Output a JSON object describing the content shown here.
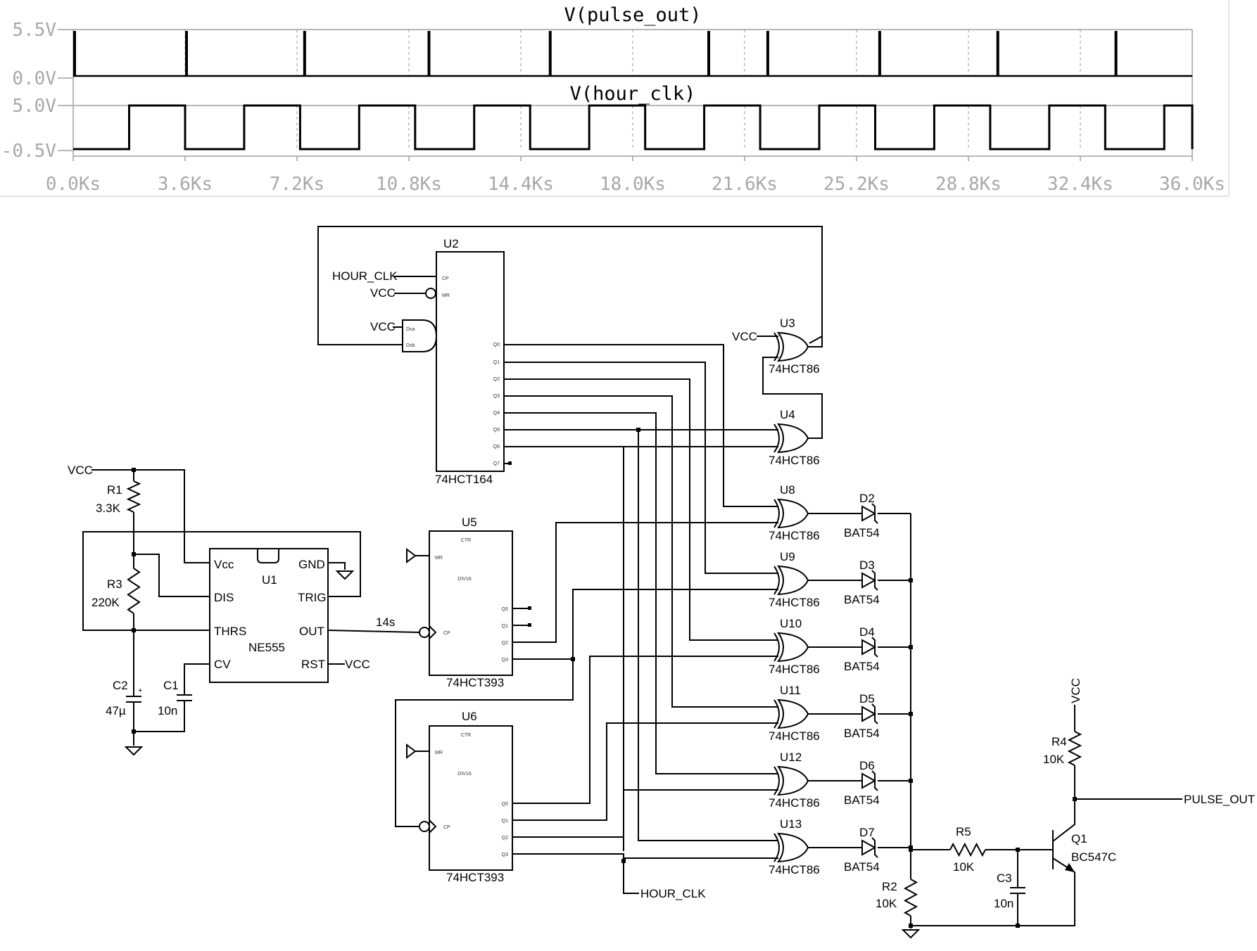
{
  "waveform": {
    "panels": [
      {
        "title": "V(pulse_out)",
        "y_top_label": "5.5V",
        "y_bottom_label": "0.0V"
      },
      {
        "title": "V(hour_clk)",
        "y_top_label": "5.0V",
        "y_bottom_label": "-0.5V"
      }
    ],
    "x_ticks": [
      "0.0Ks",
      "3.6Ks",
      "7.2Ks",
      "10.8Ks",
      "14.4Ks",
      "18.0Ks",
      "21.6Ks",
      "25.2Ks",
      "28.8Ks",
      "32.4Ks",
      "36.0Ks"
    ],
    "colors": {
      "trace": "#000000",
      "frame": "#a0a0a0",
      "grid": "#9a9a9a",
      "tick_text": "#a8a8a8"
    }
  },
  "chart_data": [
    {
      "type": "line",
      "title": "V(pulse_out)",
      "x_unit": "Ks",
      "xlim": [
        0,
        36
      ],
      "ylim": [
        0,
        5.5
      ],
      "pulse_times": [
        0,
        3.6,
        7.4,
        11.4,
        15.3,
        20.4,
        22.3,
        25.9,
        29.7,
        33.5
      ]
    },
    {
      "type": "line",
      "title": "V(hour_clk)",
      "x_unit": "Ks",
      "xlim": [
        0,
        36
      ],
      "ylim": [
        -0.5,
        5.0
      ],
      "period_ks": 3.7,
      "high_windows": [
        [
          1.8,
          3.6
        ],
        [
          5.5,
          7.3
        ],
        [
          9.2,
          11.0
        ],
        [
          12.9,
          14.7
        ],
        [
          16.6,
          18.4
        ],
        [
          20.3,
          22.1
        ],
        [
          24.0,
          25.8
        ],
        [
          27.7,
          29.5
        ],
        [
          31.4,
          33.2
        ],
        [
          35.1,
          36.0
        ]
      ]
    }
  ],
  "schematic": {
    "components": {
      "U1": {
        "ref": "U1",
        "part": "NE555",
        "pins": [
          "Vcc",
          "GND",
          "DIS",
          "TRIG",
          "THRS",
          "OUT",
          "CV",
          "RST"
        ]
      },
      "U2": {
        "ref": "U2",
        "part": "74HCT164",
        "pins": [
          "CP",
          "MR",
          "Dsa",
          "Dsb",
          "Q0",
          "Q1",
          "Q2",
          "Q3",
          "Q4",
          "Q5",
          "Q6",
          "Q7"
        ]
      },
      "U5": {
        "ref": "U5",
        "part": "74HCT393",
        "pins": [
          "CTR",
          "DIV16",
          "MR",
          "CP",
          "Q0",
          "Q1",
          "Q2",
          "Q3"
        ]
      },
      "U6": {
        "ref": "U6",
        "part": "74HCT393",
        "pins": [
          "CTR",
          "DIV16",
          "MR",
          "CP",
          "Q0",
          "Q1",
          "Q2",
          "Q3"
        ]
      },
      "xor": [
        {
          "ref": "U3",
          "part": "74HCT86"
        },
        {
          "ref": "U4",
          "part": "74HCT86"
        },
        {
          "ref": "U8",
          "part": "74HCT86"
        },
        {
          "ref": "U9",
          "part": "74HCT86"
        },
        {
          "ref": "U10",
          "part": "74HCT86"
        },
        {
          "ref": "U11",
          "part": "74HCT86"
        },
        {
          "ref": "U12",
          "part": "74HCT86"
        },
        {
          "ref": "U13",
          "part": "74HCT86"
        }
      ],
      "diodes": [
        {
          "ref": "D2",
          "part": "BAT54"
        },
        {
          "ref": "D3",
          "part": "BAT54"
        },
        {
          "ref": "D4",
          "part": "BAT54"
        },
        {
          "ref": "D5",
          "part": "BAT54"
        },
        {
          "ref": "D6",
          "part": "BAT54"
        },
        {
          "ref": "D7",
          "part": "BAT54"
        }
      ],
      "R1": {
        "ref": "R1",
        "value": "3.3K"
      },
      "R2": {
        "ref": "R2",
        "value": "10K"
      },
      "R3": {
        "ref": "R3",
        "value": "220K"
      },
      "R4": {
        "ref": "R4",
        "value": "10K"
      },
      "R5": {
        "ref": "R5",
        "value": "10K"
      },
      "C1": {
        "ref": "C1",
        "value": "10n"
      },
      "C2": {
        "ref": "C2",
        "value": "47µ"
      },
      "C3": {
        "ref": "C3",
        "value": "10n"
      },
      "Q1": {
        "ref": "Q1",
        "part": "BC547C"
      }
    },
    "nets": {
      "vcc": "VCC",
      "hour_clk": "HOUR_CLK",
      "pulse_out": "PULSE_OUT",
      "clk_14s": "14s"
    }
  }
}
